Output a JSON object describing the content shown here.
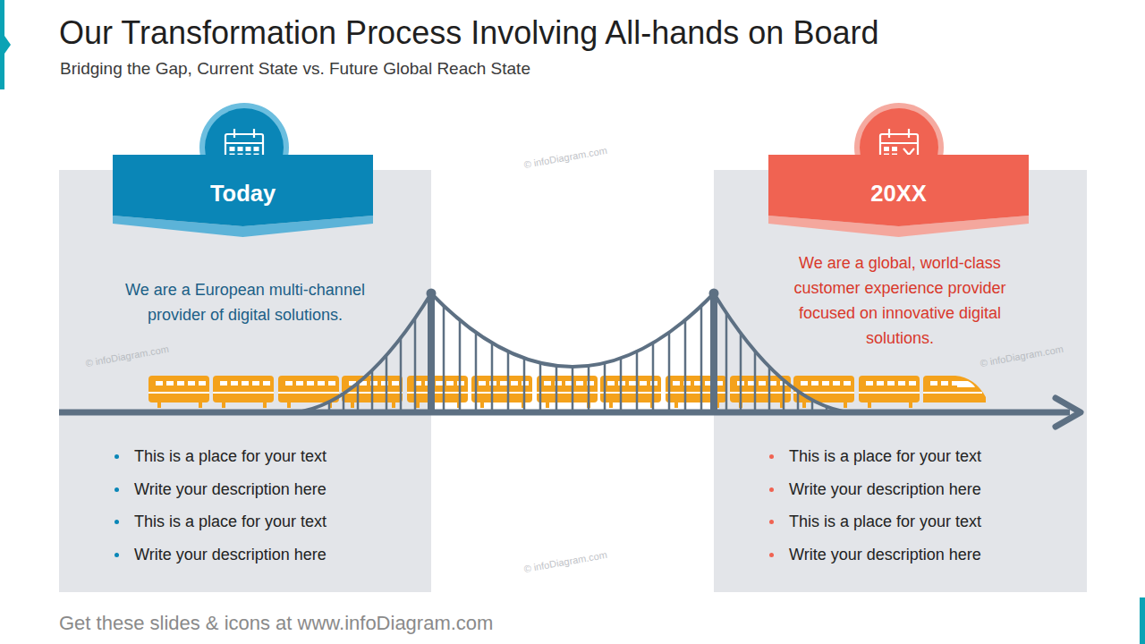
{
  "diagram": {
    "title": "Our Transformation Process Involving All-hands on Board",
    "nodes": [
      {
        "text": [
          "We are a European multi-channel provider of digital solutions.",
          "This is a place for your text",
          "Write your description here",
          "This is a place for your text",
          "Write your description here"
        ]
      },
      {
        "text": [
          "Today"
        ],
        "in": 0
      },
      {
        "text": [
          "We are a global, world-class customer experience provider focused on innovative digital solutions.",
          "This is a place for your text",
          "Write your description here",
          "This is a place for your text",
          "Write your description here"
        ]
      },
      {
        "text": [
          "20XX"
        ],
        "in": 2
      }
    ],
    "labels": [
      "Bridging the Gap, Current State vs. Future Global Reach State",
      "Get these slides & icons at www.infoDiagram.com",
      "© infoDiagram.com",
      "© infoDiagram.com",
      "© infoDiagram.com",
      "© infoDiagram.com"
    ]
  }
}
